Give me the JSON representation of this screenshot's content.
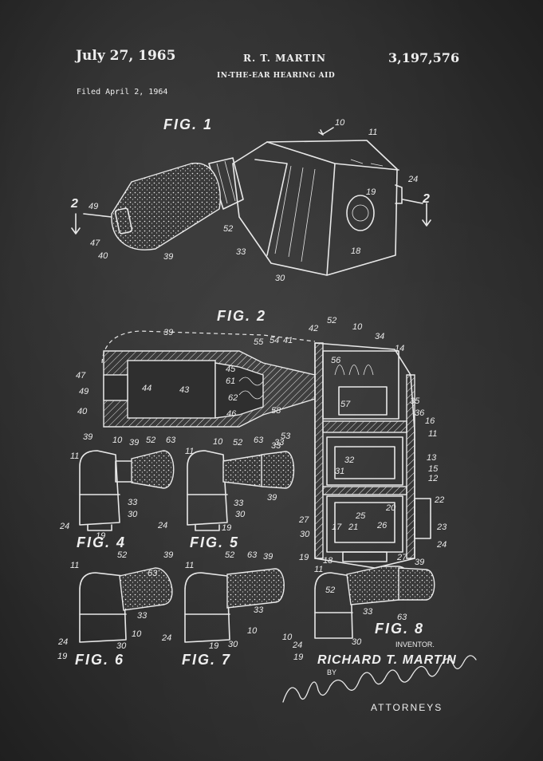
{
  "header": {
    "date": "July 27, 1965",
    "inventor_short": "R. T. MARTIN",
    "patent_number": "3,197,576",
    "title": "IN-THE-EAR HEARING AID",
    "filed": "Filed April 2, 1964"
  },
  "figures": {
    "fig1": "FIG. 1",
    "fig2": "FIG. 2",
    "fig4": "FIG. 4",
    "fig5": "FIG. 5",
    "fig6": "FIG. 6",
    "fig7": "FIG. 7",
    "fig8": "FIG. 8"
  },
  "signature": {
    "inventor_label": "INVENTOR.",
    "inventor_name": "RICHARD T. MARTIN",
    "by": "BY",
    "attorneys_signature": "Merchant, Merchant & Gould",
    "attorneys_label": "ATTORNEYS"
  },
  "reference_numerals": {
    "fig1": [
      "10",
      "11",
      "24",
      "19",
      "18",
      "2",
      "2",
      "49",
      "47",
      "40",
      "39",
      "52",
      "33",
      "30"
    ],
    "fig2": [
      "39",
      "55",
      "54",
      "41",
      "42",
      "52",
      "10",
      "34",
      "14",
      "47",
      "44",
      "43",
      "45",
      "61",
      "62",
      "46",
      "58",
      "49",
      "40",
      "56",
      "57",
      "35",
      "36",
      "16",
      "53",
      "33",
      "32",
      "31",
      "13",
      "15",
      "12",
      "11",
      "22",
      "23",
      "24",
      "25",
      "20",
      "17",
      "21",
      "26",
      "27",
      "30",
      "19",
      "18",
      "27",
      "11"
    ],
    "fig4": [
      "39",
      "10",
      "39",
      "52",
      "63",
      "11",
      "33",
      "30",
      "24",
      "19"
    ],
    "fig5": [
      "11",
      "10",
      "52",
      "63",
      "33",
      "39",
      "33",
      "30",
      "24",
      "19"
    ],
    "fig6": [
      "52",
      "39",
      "11",
      "63",
      "33",
      "10",
      "24",
      "19",
      "30"
    ],
    "fig7": [
      "52",
      "63",
      "39",
      "11",
      "33",
      "10",
      "24",
      "19",
      "30"
    ],
    "fig8": [
      "39",
      "52",
      "33",
      "63",
      "10",
      "24",
      "30",
      "19"
    ]
  },
  "colors": {
    "background": "#2b2b2b",
    "ink": "#e8e8e8"
  }
}
